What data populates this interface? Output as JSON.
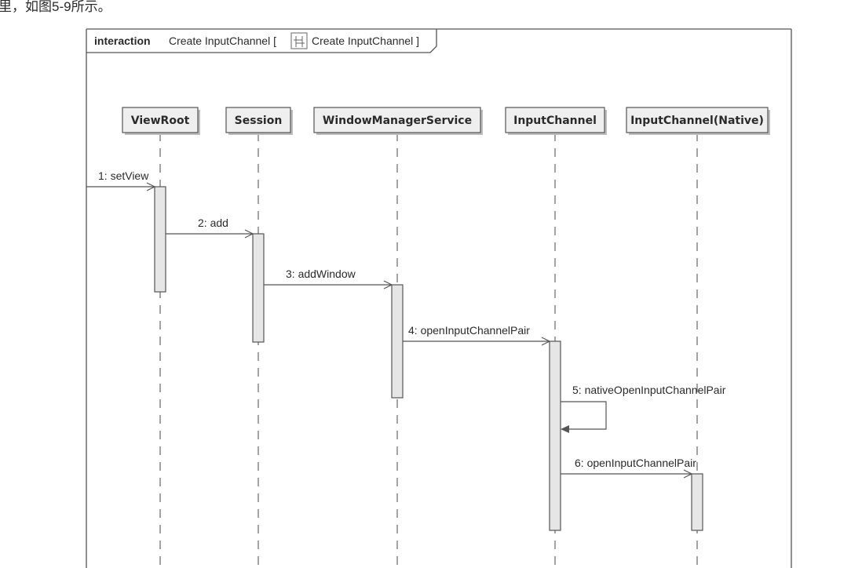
{
  "top_fragment": "里，如图5-9所示。",
  "frame": {
    "keyword": "interaction",
    "name": "Create InputChannel [",
    "ref_name": "Create InputChannel ]"
  },
  "lifelines": [
    {
      "name": "ViewRoot"
    },
    {
      "name": "Session"
    },
    {
      "name": "WindowManagerService"
    },
    {
      "name": "InputChannel"
    },
    {
      "name": "InputChannel(Native)"
    }
  ],
  "messages": [
    {
      "label": "1: setView",
      "from": -1,
      "to": 0
    },
    {
      "label": "2: add",
      "from": 0,
      "to": 1
    },
    {
      "label": "3: addWindow",
      "from": 1,
      "to": 2
    },
    {
      "label": "4: openInputChannelPair",
      "from": 2,
      "to": 3
    },
    {
      "label": "5: nativeOpenInputChannelPair",
      "from": 3,
      "to": 3,
      "self": true
    },
    {
      "label": "6: openInputChannelPair",
      "from": 3,
      "to": 4
    }
  ]
}
